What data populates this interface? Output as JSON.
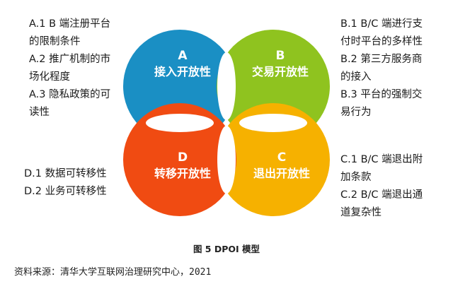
{
  "model": {
    "petals": [
      {
        "id": "A",
        "letter": "A",
        "name": "接入开放性",
        "color": "#1a8fc4"
      },
      {
        "id": "B",
        "letter": "B",
        "name": "交易开放性",
        "color": "#8fc31f"
      },
      {
        "id": "C",
        "letter": "C",
        "name": "退出开放性",
        "color": "#f6b100"
      },
      {
        "id": "D",
        "letter": "D",
        "name": "转移开放性",
        "color": "#f04b12"
      }
    ]
  },
  "annotations": {
    "left_top": [
      "A.1 B 端注册平台",
      "的限制条件",
      "A.2 推广机制的市",
      "场化程度",
      "A.3 隐私政策的可",
      "读性"
    ],
    "left_bottom": [
      "D.1 数据可转移性",
      "D.2 业务可转移性"
    ],
    "right_top": [
      "B.1 B/C 端进行支",
      "付时平台的多样性",
      "B.2 第三方服务商",
      "的接入",
      "B.3 平台的强制交",
      "易行为"
    ],
    "right_bottom": [
      "C.1 B/C 端退出附",
      "加条款",
      "C.2 B/C 端退出通",
      "道复杂性"
    ]
  },
  "caption": "图 5 DPOI 模型",
  "source": "资料来源：清华大学互联网治理研究中心，2021"
}
